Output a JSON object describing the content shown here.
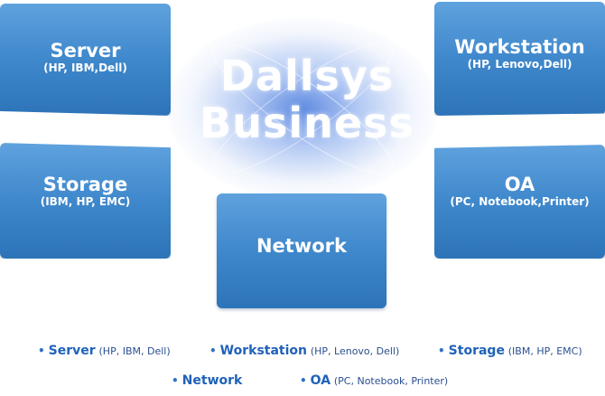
{
  "logo": {
    "line1": "Dallsys",
    "line2": "Business"
  },
  "tiles": {
    "server": {
      "title": "Server",
      "sub": "(HP, IBM,Dell)"
    },
    "storage": {
      "title": "Storage",
      "sub": "(IBM, HP, EMC)"
    },
    "workstation": {
      "title": "Workstation",
      "sub": "(HP, Lenovo,Dell)"
    },
    "oa": {
      "title": "OA",
      "sub": "(PC, Notebook,Printer)"
    },
    "network": {
      "title": "Network"
    }
  },
  "legend": [
    {
      "bullet": "•",
      "name": "Server",
      "detail": "(HP, IBM, Dell)"
    },
    {
      "bullet": "•",
      "name": "Workstation",
      "detail": "(HP, Lenovo, Dell)"
    },
    {
      "bullet": "•",
      "name": "Storage",
      "detail": "(IBM, HP, EMC)"
    },
    {
      "bullet": "•",
      "name": "Network",
      "detail": ""
    },
    {
      "bullet": "•",
      "name": "OA",
      "detail": "(PC, Notebook, Printer)"
    }
  ],
  "colors": {
    "tile": "#3f88cc",
    "legend_text": "#1f62b8",
    "glow": "#4678dc"
  }
}
